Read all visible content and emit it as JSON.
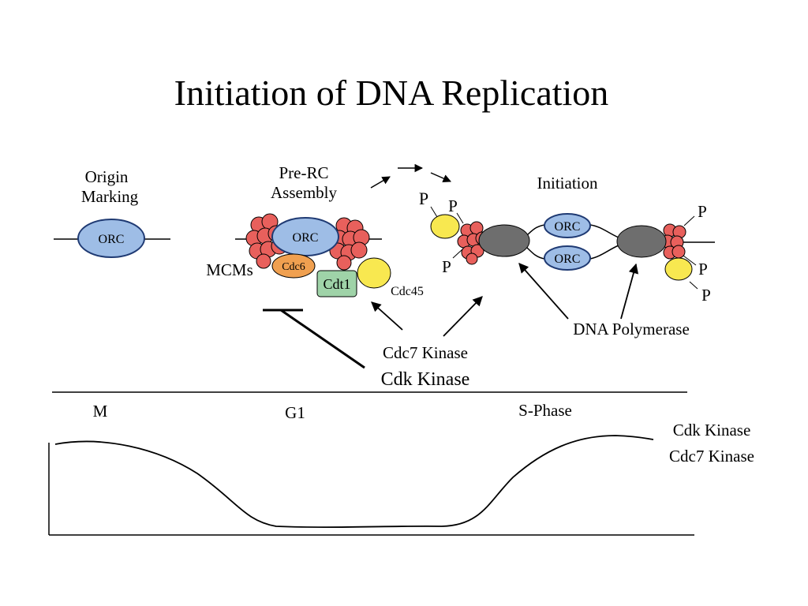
{
  "title": "Initiation of DNA Replication",
  "stages": {
    "origin_marking": [
      "Origin",
      "Marking"
    ],
    "pre_rc_assembly": [
      "Pre-RC",
      "Assembly"
    ],
    "initiation": "Initiation"
  },
  "molecules": {
    "orc": "ORC",
    "cdc6": "Cdc6",
    "cdt1": "Cdt1",
    "cdc45": "Cdc45",
    "mcms": "MCMs",
    "phosphate": "P"
  },
  "kinases": {
    "cdc7": "Cdc7 Kinase",
    "cdk": "Cdk Kinase"
  },
  "dna_polymerase": "DNA Polymerase",
  "cell_cycle": {
    "phases": [
      "M",
      "G1",
      "S-Phase"
    ],
    "curve_labels": [
      "Cdk Kinase",
      "Cdc7 Kinase"
    ]
  },
  "colors": {
    "orc_fill": "#9ebde6",
    "mcm_fill": "#e8605c",
    "cdc6_fill": "#f0a050",
    "cdt1_fill": "#9fd3a8",
    "cdc45_fill": "#f8e850",
    "polymerase_fill": "#6e6e6e",
    "outline": "#1f3a73"
  }
}
